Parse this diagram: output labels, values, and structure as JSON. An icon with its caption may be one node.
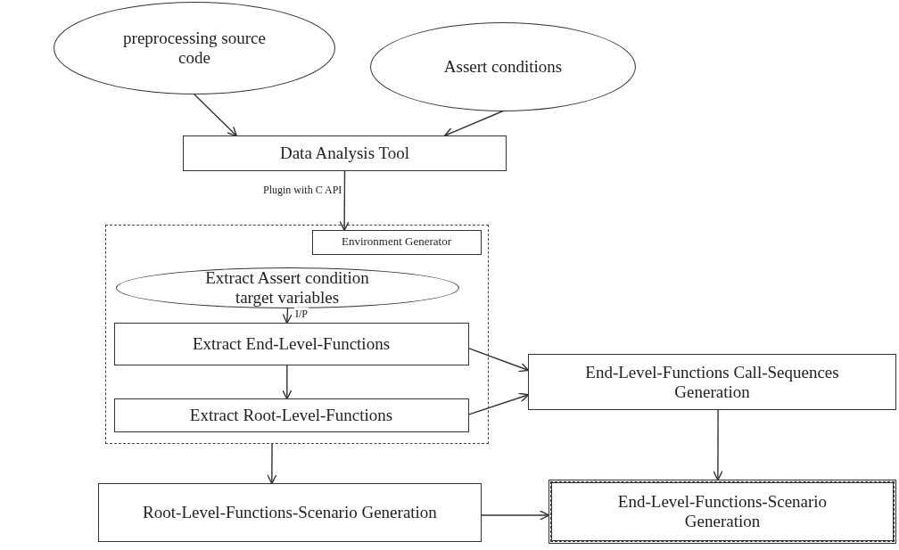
{
  "diagram": {
    "nodes": [
      {
        "text": [
          "preprocessing source code"
        ]
      },
      {
        "text": [
          "Assert conditions"
        ]
      },
      {
        "text": [
          "Data Analysis Tool"
        ]
      },
      {
        "text": [],
        "shape": "box"
      },
      {
        "text": [
          "Environment Generator"
        ],
        "in": 3
      },
      {
        "text": [
          "Extract Assert condition target variables"
        ],
        "in": 3
      },
      {
        "text": [
          "Extract End-Level-Functions"
        ],
        "in": 3
      },
      {
        "text": [
          "Extract Root-Level-Functions"
        ],
        "in": 3
      },
      {
        "text": [
          "End-Level-Functions Call-Sequences Generation"
        ]
      },
      {
        "text": [
          "Root-Level-Functions-Scenario Generation"
        ]
      },
      {
        "text": [
          "End-Level-Functions-Scenario Generation"
        ]
      }
    ],
    "edges": [
      {
        "from": 0,
        "to": 2,
        "arrow": "to"
      },
      {
        "from": 1,
        "to": 2,
        "arrow": "to"
      },
      {
        "from": 2,
        "to": 4,
        "arrow": "to",
        "label": "Plugin with C API"
      },
      {
        "from": 5,
        "to": 6,
        "arrow": "to",
        "label": "I/P"
      },
      {
        "from": 6,
        "to": 7,
        "arrow": "to"
      },
      {
        "from": 6,
        "to": 8,
        "arrow": "to"
      },
      {
        "from": 7,
        "to": 8,
        "arrow": "to"
      },
      {
        "from": 3,
        "to": 9,
        "arrow": "to"
      },
      {
        "from": 8,
        "to": 10,
        "arrow": "to"
      },
      {
        "from": 9,
        "to": 10,
        "arrow": "to"
      }
    ]
  }
}
